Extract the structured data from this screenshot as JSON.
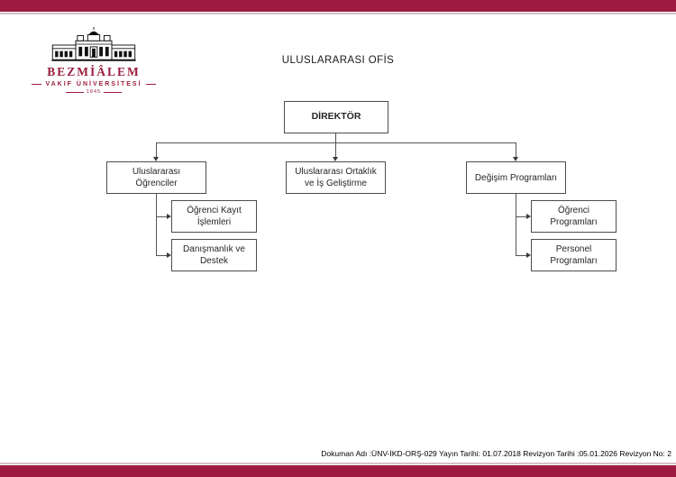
{
  "page": {
    "title": "ULUSLARARASI OFİS"
  },
  "logo": {
    "name": "BEZMİÂLEM",
    "subtitle": "VAKIF ÜNİVERSİTESİ",
    "year": "1845"
  },
  "org_chart": {
    "root": {
      "label": "DİREKTÖR"
    },
    "level2": [
      {
        "label": "Uluslararası Öğrenciler"
      },
      {
        "label": "Uluslararası Ortaklık ve İş Geliştirme"
      },
      {
        "label": "Değişim Programları"
      }
    ],
    "students_children": [
      {
        "label": "Öğrenci Kayıt İşlemleri"
      },
      {
        "label": "Danışmanlık ve Destek"
      }
    ],
    "exchange_children": [
      {
        "label": "Öğrenci Programları"
      },
      {
        "label": "Personel Programları"
      }
    ]
  },
  "footer": {
    "text": "Dokuman Adı :ÜNV-İKD-ORŞ-029 Yayın Tarihi: 01.07.2018 Revizyon Tarihi :05.01.2026 Revizyon No: 2"
  },
  "colors": {
    "accent_maroon": "#9e1b3f",
    "accent_light_line": "#d9bfc8",
    "box_border": "#4d4d4d",
    "connector": "#555555",
    "text": "#1f1f1f"
  }
}
